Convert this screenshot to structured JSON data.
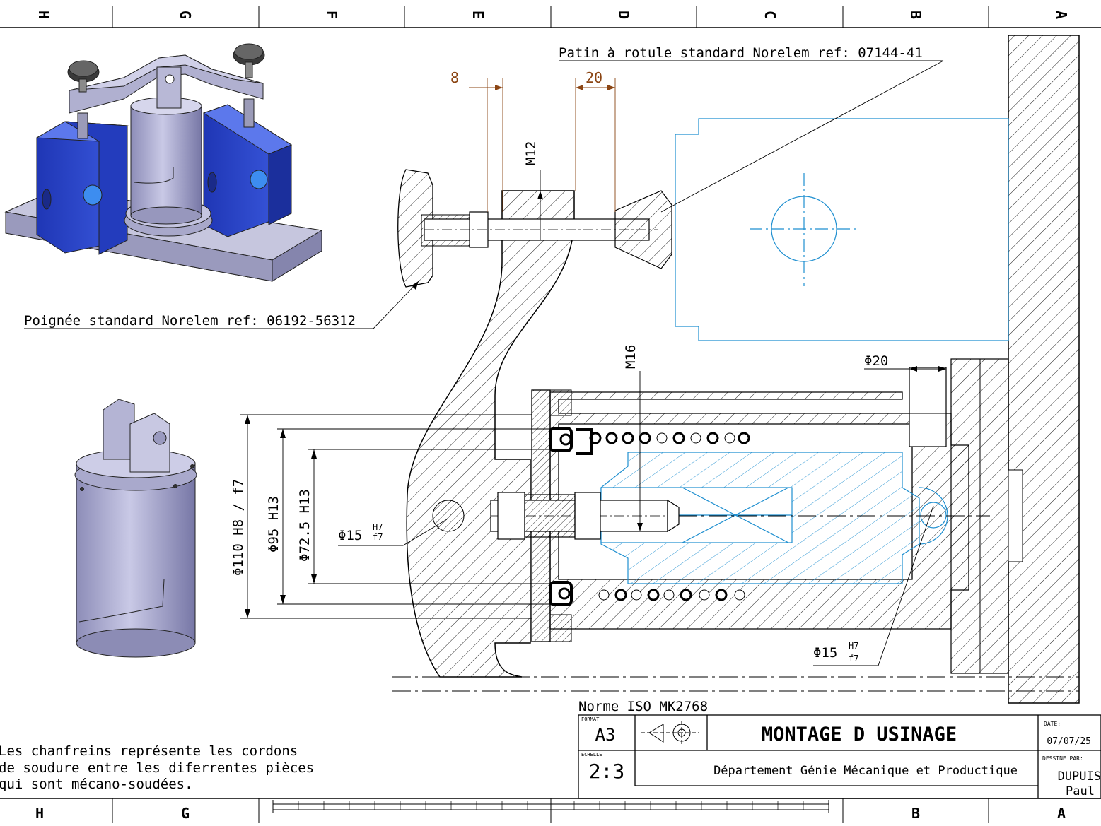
{
  "frame": {
    "top_zones": [
      "H",
      "G",
      "F",
      "E",
      "D",
      "C",
      "B",
      "A"
    ],
    "bottom_zones": [
      "H",
      "G",
      "B",
      "A"
    ]
  },
  "callouts": {
    "patin": "Patin à rotule standard Norelem ref: 07144-41",
    "poignee": "Poignée standard Norelem ref: 06192-56312"
  },
  "dimensions": {
    "d8": "8",
    "d20": "20",
    "m12": "M12",
    "m16": "M16",
    "phi20": "Φ20",
    "phi110": "Φ110 H8 / f7",
    "phi95": "Φ95 H13",
    "phi72": "Φ72.5 H13",
    "phi15_left": "Φ15",
    "phi15_right": "Φ15",
    "fit_h7": "H7",
    "fit_f7": "f7"
  },
  "note": {
    "line1": "Les chanfreins représente les cordons",
    "line2": "de soudure entre les diferrentes pièces",
    "line3": "qui sont mécano-soudées."
  },
  "title_block": {
    "norme": "Norme ISO MK2768",
    "format_label": "FORMAT",
    "format": "A3",
    "echelle_label": "ECHELLE",
    "echelle": "2:3",
    "title": "MONTAGE D USINAGE",
    "department": "Département Génie Mécanique et Productique",
    "date_label": "DATE:",
    "date": "07/07/25",
    "dessine_label": "DESSINE PAR:",
    "author_last": "DUPUIS",
    "author_first": "Paul"
  },
  "colors": {
    "line": "#000000",
    "dimension": "#8b4513",
    "phantom": "#1e8fd0",
    "part_blue": "#2a45c8",
    "part_steel": "#a9a9c9"
  }
}
